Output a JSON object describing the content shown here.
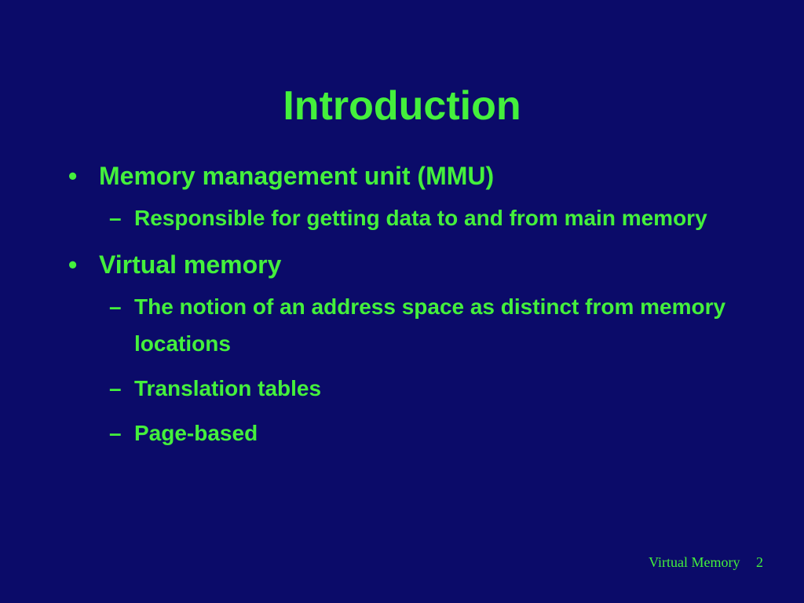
{
  "slide": {
    "title": "Introduction",
    "bullets": [
      {
        "marker": "•",
        "text": "Memory management unit (MMU)",
        "subitems": [
          {
            "marker": "–",
            "text": "Responsible for getting data to and from main memory"
          }
        ]
      },
      {
        "marker": "•",
        "text": "Virtual memory",
        "subitems": [
          {
            "marker": "–",
            "text": "The notion of an address space as distinct from memory locations"
          },
          {
            "marker": "–",
            "text": "Translation tables"
          },
          {
            "marker": "–",
            "text": "Page-based"
          }
        ]
      }
    ],
    "footer": {
      "label": "Virtual Memory",
      "page_number": "2"
    }
  },
  "colors": {
    "background": "#0B0B69",
    "text": "#44F03C"
  }
}
